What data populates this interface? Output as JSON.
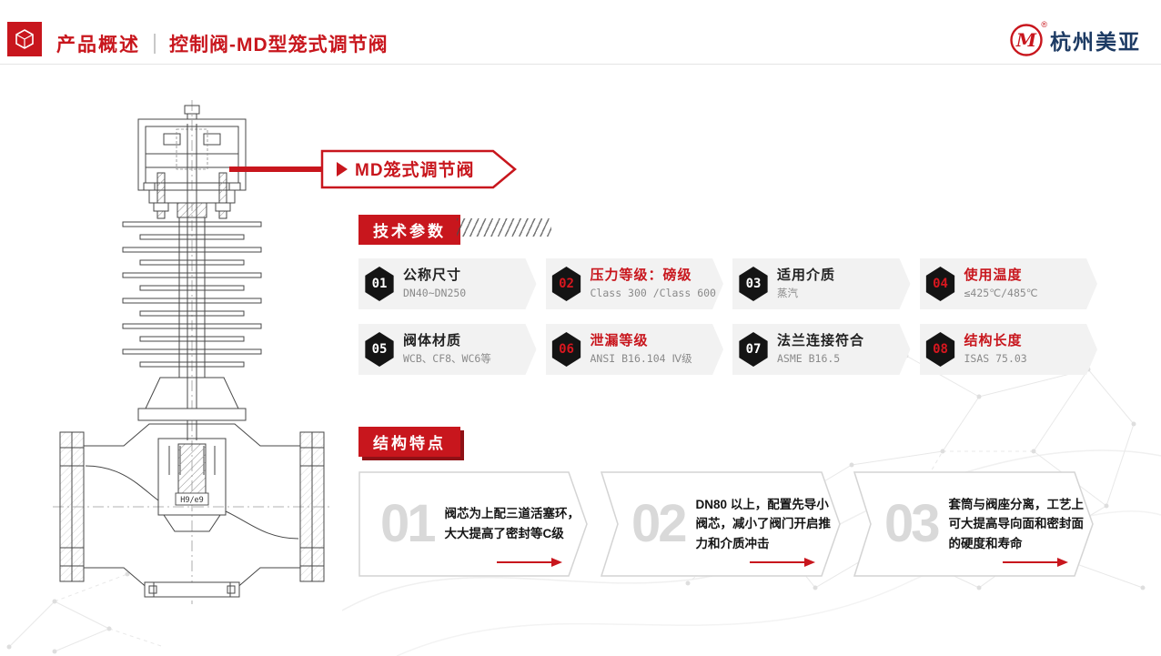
{
  "colors": {
    "accent": "#c8161d",
    "brand_navy": "#1c3a63",
    "cell_gray": "#f2f2f2"
  },
  "header": {
    "section_title": "产品概述",
    "page_title": "控制阀-MD型笼式调节阀",
    "brand": "杭州美亚",
    "logo_letter": "M",
    "logo_reg": "®"
  },
  "banner": {
    "label": "MD笼式调节阀"
  },
  "drawing": {
    "tolerance_label": "H9/e9"
  },
  "tech": {
    "tag": "技术参数",
    "items": [
      {
        "num": "01",
        "title": "公称尺寸",
        "value": "DN40~DN250"
      },
      {
        "num": "02",
        "title": "压力等级：磅级",
        "value": "Class 300 /Class 600"
      },
      {
        "num": "03",
        "title": "适用介质",
        "value": "蒸汽"
      },
      {
        "num": "04",
        "title": "使用温度",
        "value": "≤425℃/485℃"
      },
      {
        "num": "05",
        "title": "阀体材质",
        "value": "WCB、CF8、WC6等"
      },
      {
        "num": "06",
        "title": "泄漏等级",
        "value": "ANSI B16.104 Ⅳ级"
      },
      {
        "num": "07",
        "title": "法兰连接符合",
        "value": "ASME B16.5"
      },
      {
        "num": "08",
        "title": "结构长度",
        "value": "ISAS 75.03"
      }
    ]
  },
  "features": {
    "tag": "结构特点",
    "items": [
      {
        "num": "01",
        "text": "阀芯为上配三道活塞环，大大提高了密封等C级"
      },
      {
        "num": "02",
        "text": "DN80 以上，配置先导小阀芯，减小了阀门开启推力和介质冲击"
      },
      {
        "num": "03",
        "text": "套筒与阀座分离，工艺上可大提高导向面和密封面的硬度和寿命"
      }
    ]
  }
}
